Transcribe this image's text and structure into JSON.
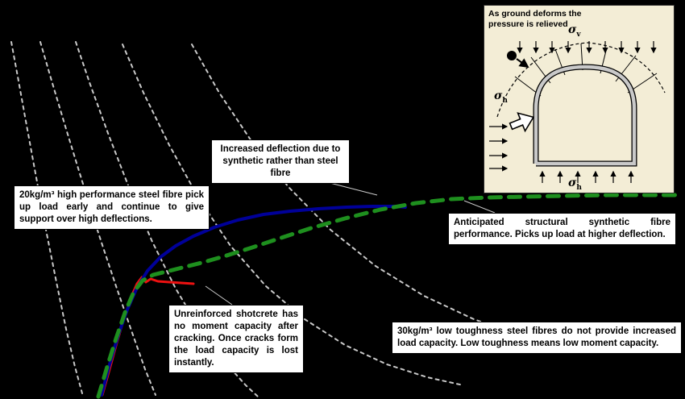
{
  "page": {
    "background": "#000000"
  },
  "annotations": {
    "increased_deflection": "Increased deflection due to synthetic rather than steel fibre",
    "steel_20kg": "20kg/m³ high performance steel fibre pick up load early and continue to give support over high deflections.",
    "synthetic": "Anticipated structural synthetic fibre performance. Picks up load at higher deflection.",
    "unreinforced": "Unreinforced shotcrete has no moment capacity after cracking. Once cracks form the load capacity is lost instantly.",
    "steel_30kg": "30kg/m³ low toughness steel fibres do not provide increased load capacity. Low toughness means low moment capacity."
  },
  "inset": {
    "caption": "As ground deforms the pressure is relieved",
    "sigma": "σ",
    "sub_v": "v",
    "sub_h": "h",
    "background": "#f3edd6"
  },
  "chart_data": {
    "type": "line",
    "title": "",
    "xlabel": "",
    "ylabel": "",
    "axes_visible": false,
    "units": "image pixels, y increases downward",
    "series": [
      {
        "name": "ground-reaction-curve-1",
        "color": "#c9c9c9",
        "width": 2,
        "dash": "4 5",
        "points": [
          [
            14,
            52
          ],
          [
            22,
            95
          ],
          [
            32,
            150
          ],
          [
            44,
            215
          ],
          [
            57,
            285
          ],
          [
            70,
            350
          ],
          [
            82,
            408
          ],
          [
            93,
            455
          ],
          [
            102,
            488
          ]
        ]
      },
      {
        "name": "ground-reaction-curve-2",
        "color": "#c9c9c9",
        "width": 2,
        "dash": "4 5",
        "points": [
          [
            50,
            52
          ],
          [
            64,
            100
          ],
          [
            82,
            160
          ],
          [
            102,
            225
          ],
          [
            123,
            292
          ],
          [
            144,
            355
          ],
          [
            163,
            410
          ],
          [
            180,
            458
          ],
          [
            193,
            490
          ]
        ]
      },
      {
        "name": "ground-reaction-curve-3",
        "color": "#c9c9c9",
        "width": 2,
        "dash": "4 5",
        "points": [
          [
            94,
            52
          ],
          [
            112,
            105
          ],
          [
            135,
            168
          ],
          [
            161,
            235
          ],
          [
            189,
            300
          ],
          [
            218,
            358
          ],
          [
            248,
            408
          ],
          [
            278,
            448
          ],
          [
            305,
            478
          ],
          [
            320,
            492
          ]
        ]
      },
      {
        "name": "ground-reaction-curve-4",
        "color": "#c9c9c9",
        "width": 2,
        "dash": "4 5",
        "points": [
          [
            152,
            55
          ],
          [
            178,
            115
          ],
          [
            210,
            180
          ],
          [
            246,
            245
          ],
          [
            286,
            305
          ],
          [
            330,
            355
          ],
          [
            378,
            396
          ],
          [
            428,
            428
          ],
          [
            480,
            452
          ],
          [
            530,
            468
          ],
          [
            575,
            478
          ]
        ]
      },
      {
        "name": "ground-reaction-curve-5",
        "color": "#c9c9c9",
        "width": 2,
        "dash": "4 5",
        "points": [
          [
            238,
            55
          ],
          [
            272,
            115
          ],
          [
            312,
            175
          ],
          [
            358,
            232
          ],
          [
            410,
            285
          ],
          [
            466,
            330
          ],
          [
            526,
            367
          ],
          [
            588,
            396
          ],
          [
            650,
            418
          ],
          [
            710,
            433
          ]
        ]
      },
      {
        "name": "support-red-low-toughness-steel",
        "color": "#ee1111",
        "width": 3,
        "dash": "",
        "points": [
          [
            127,
            490
          ],
          [
            136,
            458
          ],
          [
            145,
            425
          ],
          [
            154,
            395
          ],
          [
            163,
            368
          ],
          [
            170,
            352
          ],
          [
            176,
            344
          ],
          [
            181,
            350
          ],
          [
            187,
            346
          ],
          [
            196,
            349
          ],
          [
            210,
            350
          ],
          [
            225,
            351
          ],
          [
            240,
            352
          ]
        ]
      },
      {
        "name": "support-blue-high-performance-steel",
        "color": "#000099",
        "width": 4,
        "dash": "",
        "points": [
          [
            126,
            490
          ],
          [
            136,
            452
          ],
          [
            147,
            415
          ],
          [
            158,
            384
          ],
          [
            170,
            357
          ],
          [
            183,
            336
          ],
          [
            199,
            319
          ],
          [
            218,
            305
          ],
          [
            240,
            293
          ],
          [
            266,
            282
          ],
          [
            295,
            273
          ],
          [
            327,
            266
          ],
          [
            360,
            262
          ],
          [
            395,
            259
          ],
          [
            430,
            257
          ],
          [
            462,
            256
          ],
          [
            492,
            256
          ],
          [
            503,
            257
          ]
        ]
      },
      {
        "name": "support-green-synthetic-dashed",
        "color": "#1e8f1e",
        "width": 5,
        "dash": "14 10",
        "points": [
          [
            122,
            492
          ],
          [
            133,
            455
          ],
          [
            144,
            420
          ],
          [
            155,
            388
          ],
          [
            166,
            362
          ],
          [
            177,
            348
          ],
          [
            190,
            341
          ],
          [
            206,
            337
          ],
          [
            226,
            332
          ],
          [
            250,
            326
          ],
          [
            278,
            318
          ],
          [
            310,
            308
          ],
          [
            346,
            296
          ],
          [
            386,
            283
          ],
          [
            428,
            271
          ],
          [
            472,
            260
          ],
          [
            516,
            252
          ],
          [
            560,
            247
          ],
          [
            605,
            245
          ],
          [
            650,
            244
          ],
          [
            700,
            243
          ],
          [
            755,
            242
          ],
          [
            815,
            242
          ],
          [
            843,
            242
          ]
        ]
      }
    ],
    "leader_lines": [
      {
        "name": "leader-increased-deflection",
        "color": "#cccccc",
        "width": 1,
        "points": [
          [
            390,
            222
          ],
          [
            468,
            242
          ]
        ]
      },
      {
        "name": "leader-synthetic",
        "color": "#cccccc",
        "width": 1,
        "points": [
          [
            614,
            264
          ],
          [
            576,
            249
          ]
        ]
      },
      {
        "name": "leader-unreinforced",
        "color": "#cccccc",
        "width": 1,
        "points": [
          [
            288,
            378
          ],
          [
            255,
            355
          ]
        ]
      }
    ]
  }
}
